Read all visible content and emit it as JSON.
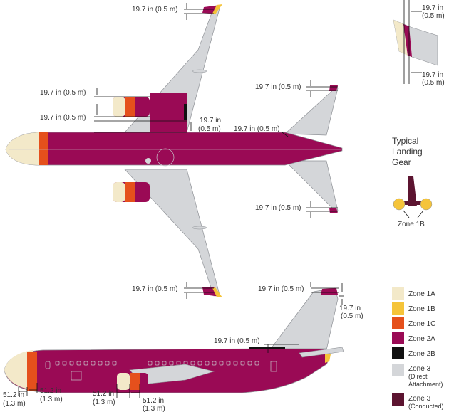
{
  "colors": {
    "zone_1a": "#f3e9c9",
    "zone_1b": "#f5c43a",
    "zone_1c": "#e5501c",
    "zone_2a": "#9a0a55",
    "zone_2b": "#111111",
    "zone_3_direct": "#d4d6d9",
    "zone_3_conducted": "#5c1430",
    "outline": "#8e9196"
  },
  "dimensions": {
    "d_0_5m": "19.7 in (0.5 m)",
    "d_0_5m_in": "19.7 in",
    "d_0_5m_m": "(0.5 m)",
    "d_1_3m_in": "51.2 in",
    "d_1_3m_m": "(1.3 m)"
  },
  "landing_gear": {
    "title_line1": "Typical",
    "title_line2": "Landing",
    "title_line3": "Gear",
    "zone_label": "Zone 1B"
  },
  "legend": [
    {
      "key": "zone_1a",
      "label": "Zone 1A",
      "sub1": "",
      "sub2": ""
    },
    {
      "key": "zone_1b",
      "label": "Zone 1B",
      "sub1": "",
      "sub2": ""
    },
    {
      "key": "zone_1c",
      "label": "Zone 1C",
      "sub1": "",
      "sub2": ""
    },
    {
      "key": "zone_2a",
      "label": "Zone 2A",
      "sub1": "",
      "sub2": ""
    },
    {
      "key": "zone_2b",
      "label": "Zone 2B",
      "sub1": "",
      "sub2": ""
    },
    {
      "key": "zone_3_direct",
      "label": "Zone 3",
      "sub1": "(Direct",
      "sub2": "Attachment)"
    },
    {
      "key": "zone_3_conducted",
      "label": "Zone 3",
      "sub1": "(Conducted)",
      "sub2": ""
    }
  ]
}
